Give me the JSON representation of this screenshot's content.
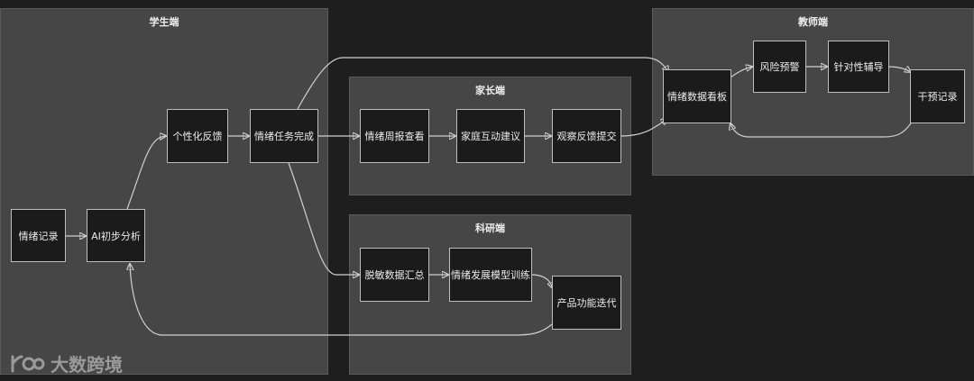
{
  "groups": {
    "student": "学生端",
    "parent": "家长端",
    "research": "科研端",
    "teacher": "教师端"
  },
  "nodes": {
    "emotion_record": "情绪记录",
    "ai_analysis": "AI初步分析",
    "personal_feedback": "个性化反馈",
    "task_complete": "情绪任务完成",
    "weekly_report": "情绪周报查看",
    "home_interaction": "家庭互动建议",
    "observe_feedback": "观察反馈提交",
    "desensitize": "脱敏数据汇总",
    "model_training": "情绪发展模型训练",
    "product_iteration": "产品功能迭代",
    "dashboard": "情绪数据看板",
    "risk_warning": "风险预警",
    "targeted_guidance": "针对性辅导",
    "intervention_record": "干预记录"
  },
  "watermark": {
    "text": "大数跨境",
    "logo_icon": "kedou-logo-icon"
  }
}
